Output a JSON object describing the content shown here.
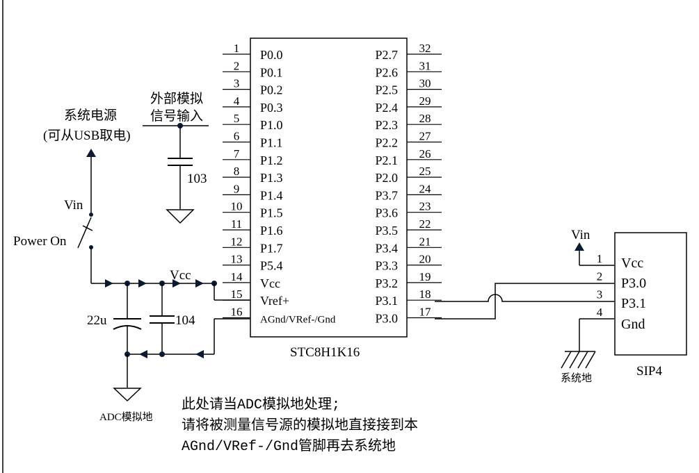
{
  "chip": {
    "name": "STC8H1K16",
    "left_pins": [
      {
        "num": "1",
        "name": "P0.0"
      },
      {
        "num": "2",
        "name": "P0.1"
      },
      {
        "num": "3",
        "name": "P0.2"
      },
      {
        "num": "4",
        "name": "P0.3"
      },
      {
        "num": "5",
        "name": "P1.0"
      },
      {
        "num": "6",
        "name": "P1.1"
      },
      {
        "num": "7",
        "name": "P1.2"
      },
      {
        "num": "8",
        "name": "P1.3"
      },
      {
        "num": "9",
        "name": "P1.4"
      },
      {
        "num": "10",
        "name": "P1.5"
      },
      {
        "num": "11",
        "name": "P1.6"
      },
      {
        "num": "12",
        "name": "P1.7"
      },
      {
        "num": "13",
        "name": "P5.4"
      },
      {
        "num": "14",
        "name": "Vcc"
      },
      {
        "num": "15",
        "name": "Vref+"
      },
      {
        "num": "16",
        "name": "AGnd/VRef-/Gnd"
      }
    ],
    "right_pins": [
      {
        "num": "32",
        "name": "P2.7"
      },
      {
        "num": "31",
        "name": "P2.6"
      },
      {
        "num": "30",
        "name": "P2.5"
      },
      {
        "num": "29",
        "name": "P2.4"
      },
      {
        "num": "28",
        "name": "P2.3"
      },
      {
        "num": "27",
        "name": "P2.2"
      },
      {
        "num": "26",
        "name": "P2.1"
      },
      {
        "num": "25",
        "name": "P2.0"
      },
      {
        "num": "24",
        "name": "P3.7"
      },
      {
        "num": "23",
        "name": "P3.6"
      },
      {
        "num": "22",
        "name": "P3.5"
      },
      {
        "num": "21",
        "name": "P3.4"
      },
      {
        "num": "20",
        "name": "P3.3"
      },
      {
        "num": "19",
        "name": "P3.2"
      },
      {
        "num": "18",
        "name": "P3.1"
      },
      {
        "num": "17",
        "name": "P3.0"
      }
    ]
  },
  "power": {
    "label_line1": "系统电源",
    "label_line2": "(可从USB取电)",
    "vin": "Vin",
    "switch": "Power On",
    "vcc": "Vcc"
  },
  "analog_input": {
    "label_line1": "外部模拟",
    "label_line2": "信号输入",
    "cap": "103"
  },
  "decoupling": {
    "cap1": "22u",
    "cap2": "104",
    "ground": "ADC模拟地"
  },
  "connector": {
    "name": "SIP4",
    "vin": "Vin",
    "pins": [
      {
        "num": "1",
        "name": "Vcc"
      },
      {
        "num": "2",
        "name": "P3.0"
      },
      {
        "num": "3",
        "name": "P3.1"
      },
      {
        "num": "4",
        "name": "Gnd"
      }
    ],
    "ground": "系统地"
  },
  "notes": [
    "此处请当ADC模拟地处理;",
    "请将被测量信号源的模拟地直接接到本",
    "AGnd/VRef-/Gnd管脚再去系统地"
  ]
}
